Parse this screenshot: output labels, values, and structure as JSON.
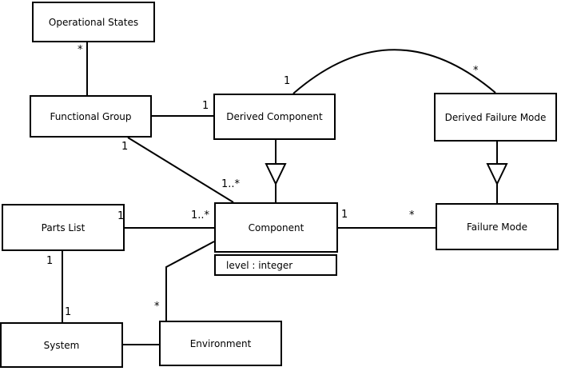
{
  "diagram": {
    "type": "uml-class-diagram",
    "background_color": "#ffffff",
    "line_color": "#000000",
    "classes": [
      {
        "id": "operational-states",
        "label": "Operational States"
      },
      {
        "id": "functional-group",
        "label": "Functional Group"
      },
      {
        "id": "derived-component",
        "label": "Derived Component"
      },
      {
        "id": "derived-failure-mode",
        "label": "Derived Failure Mode"
      },
      {
        "id": "parts-list",
        "label": "Parts List"
      },
      {
        "id": "component",
        "label": "Component",
        "attributes": [
          "level : integer"
        ]
      },
      {
        "id": "failure-mode",
        "label": "Failure Mode"
      },
      {
        "id": "system",
        "label": "System"
      },
      {
        "id": "environment",
        "label": "Environment"
      }
    ],
    "associations": [
      {
        "from": "functional-group",
        "to": "operational-states"
      },
      {
        "from": "functional-group",
        "to": "derived-component"
      },
      {
        "from": "functional-group",
        "to": "component"
      },
      {
        "from": "derived-component",
        "to": "derived-failure-mode",
        "shape": "arc"
      },
      {
        "from": "parts-list",
        "to": "component"
      },
      {
        "from": "component",
        "to": "failure-mode"
      },
      {
        "from": "parts-list",
        "to": "system"
      },
      {
        "from": "component",
        "to": "environment"
      },
      {
        "from": "system",
        "to": "environment"
      }
    ],
    "generalizations": [
      {
        "child": "derived-component",
        "parent": "component"
      },
      {
        "child": "derived-failure-mode",
        "parent": "failure-mode"
      }
    ],
    "multiplicities": [
      {
        "text": "*",
        "association": "functional-group—operational-states",
        "near": "operational-states"
      },
      {
        "text": "1",
        "association": "functional-group—derived-component",
        "near": "derived-component"
      },
      {
        "text": "1",
        "association": "functional-group—component",
        "near": "functional-group"
      },
      {
        "text": "1..*",
        "association": "functional-group—component",
        "near": "component"
      },
      {
        "text": "1",
        "association": "derived-component—derived-failure-mode",
        "near": "derived-component"
      },
      {
        "text": "*",
        "association": "derived-component—derived-failure-mode",
        "near": "derived-failure-mode"
      },
      {
        "text": "1",
        "association": "parts-list—component",
        "near": "parts-list"
      },
      {
        "text": "1..*",
        "association": "parts-list—component",
        "near": "component"
      },
      {
        "text": "1",
        "association": "component—failure-mode",
        "near": "component"
      },
      {
        "text": "*",
        "association": "component—failure-mode",
        "near": "failure-mode"
      },
      {
        "text": "1",
        "association": "parts-list—system",
        "near": "parts-list"
      },
      {
        "text": "1",
        "association": "parts-list—system",
        "near": "system"
      },
      {
        "text": "*",
        "association": "component—environment",
        "near": "environment"
      }
    ]
  }
}
